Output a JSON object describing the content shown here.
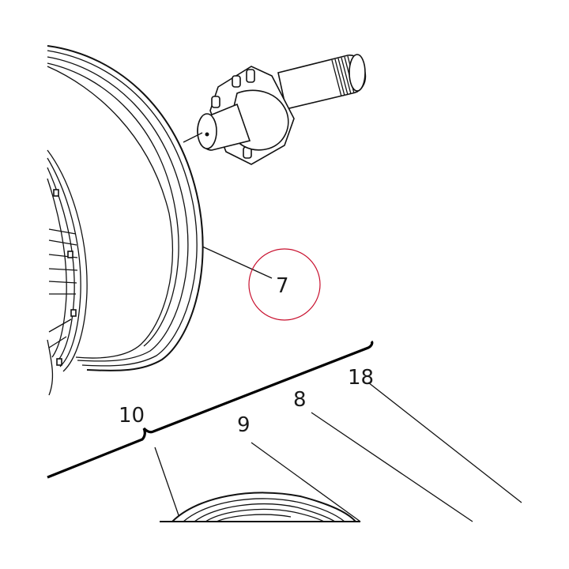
{
  "callouts": {
    "part_7": "7",
    "part_10": "10",
    "part_9": "9",
    "part_8": "8",
    "part_18": "18"
  },
  "highlight_color": "#c8102e"
}
